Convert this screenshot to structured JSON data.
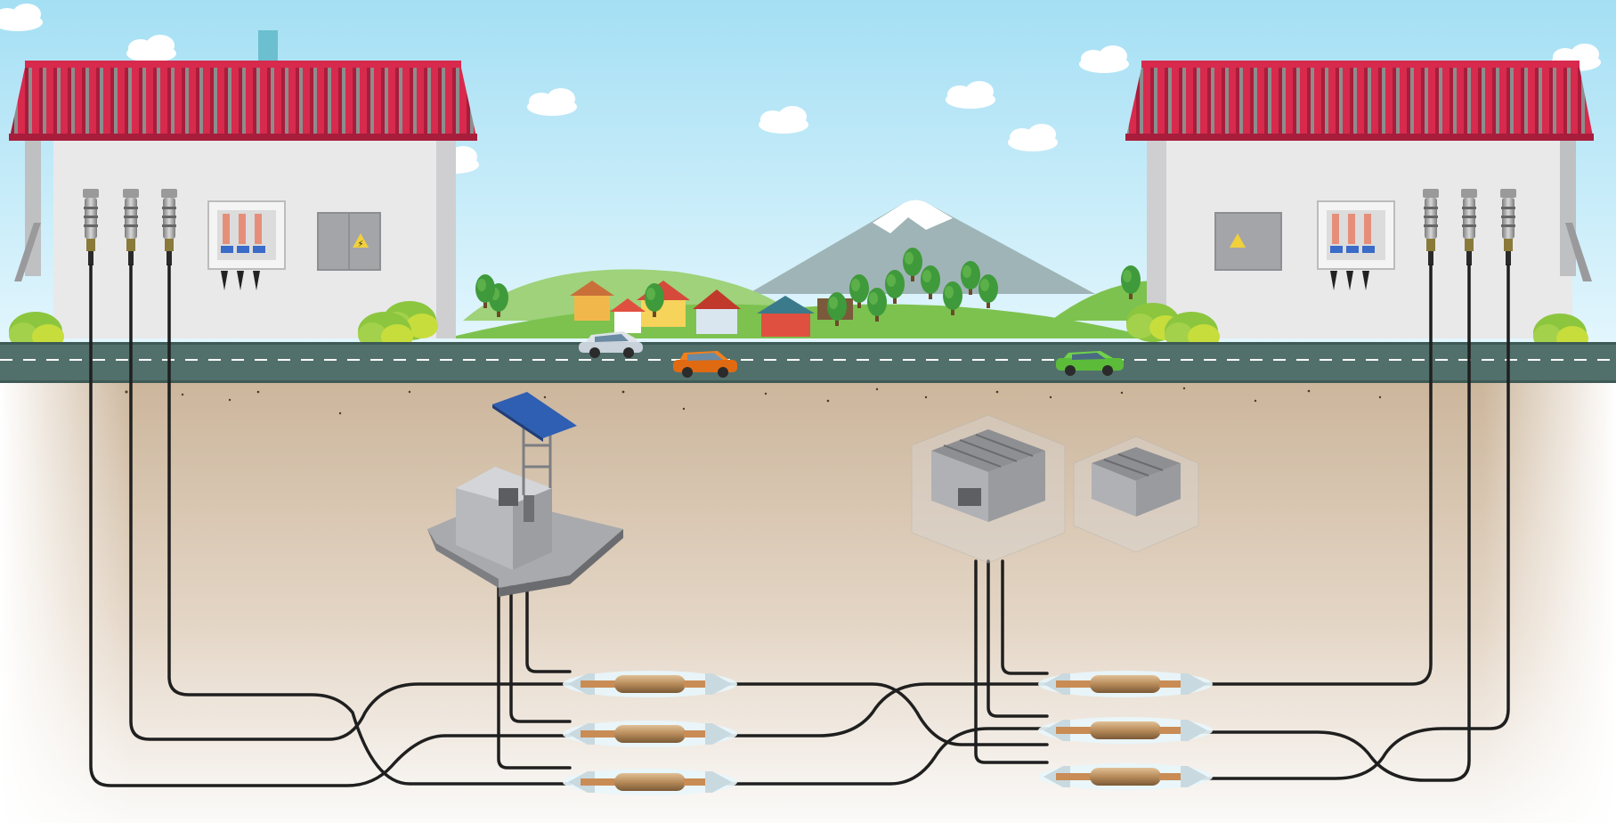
{
  "colors": {
    "sky_top": "#a4dff4",
    "sky_bottom": "#e3f6fd",
    "roof_red": "#d72a4d",
    "roof_gray": "#8d8d8d",
    "wall": "#e9e9ea",
    "road": "#52706b",
    "soil_top": "#ccb69c",
    "soil_bottom": "#fbfaf9",
    "cable": "#1f1f1f",
    "splice_copper": "#b88b5a",
    "solar_panel": "#2f5fb3",
    "hill_green": "#7dc24f",
    "mountain": "#9fb4b6"
  },
  "scene": {
    "buildings": [
      "building-left",
      "building-right"
    ],
    "vehicles": [
      "car-silver",
      "car-orange",
      "car-green"
    ],
    "warning_symbol": "⚡",
    "splice_count": 6
  }
}
